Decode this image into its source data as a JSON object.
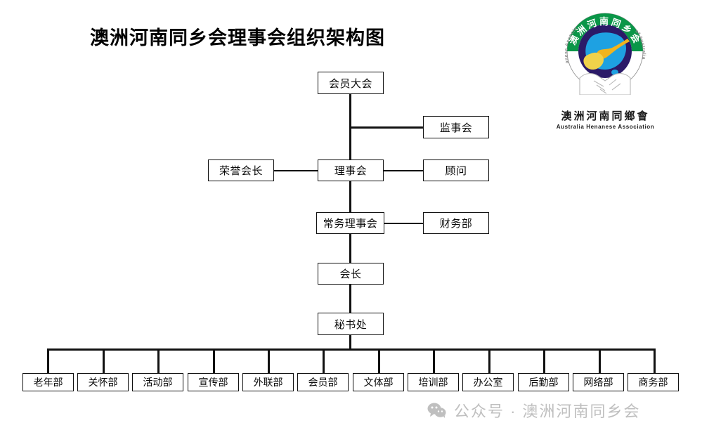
{
  "title": "澳洲河南同乡会理事会组织架构图",
  "logo": {
    "arc_top_text": "澳洲河南同乡会",
    "arc_left_text": "Henanese Association",
    "arc_right_text": "of Australia",
    "caption_cn": "澳洲河南同鄉會",
    "caption_en": "Australia Henanese Association",
    "colors": {
      "arc_green": "#0a9648",
      "globe_navy": "#2b1a68",
      "map_blue": "#1ea1e2",
      "map_gold": "#f0b41e",
      "handshake_gray": "#b9b9b9"
    }
  },
  "watermark": {
    "icon": "wechat-icon",
    "text": "公众号 · 澳洲河南同乡会",
    "color": "#bfbfbf"
  },
  "chart_data": {
    "type": "diagram",
    "title": "澳洲河南同乡会理事会组织架构图",
    "nodes": [
      {
        "id": "members-assembly",
        "label": "会员大会",
        "level": 0
      },
      {
        "id": "supervisory-board",
        "label": "监事会",
        "level": 1
      },
      {
        "id": "honorary-president",
        "label": "荣誉会长",
        "level": 2
      },
      {
        "id": "board-directors",
        "label": "理事会",
        "level": 2
      },
      {
        "id": "advisor",
        "label": "顾问",
        "level": 2
      },
      {
        "id": "standing-board",
        "label": "常务理事会",
        "level": 3
      },
      {
        "id": "finance-dept",
        "label": "财务部",
        "level": 3
      },
      {
        "id": "president",
        "label": "会长",
        "level": 4
      },
      {
        "id": "secretariat",
        "label": "秘书处",
        "level": 5
      }
    ],
    "departments": [
      {
        "id": "elderly-dept",
        "label": "老年部"
      },
      {
        "id": "care-dept",
        "label": "关怀部"
      },
      {
        "id": "activity-dept",
        "label": "活动部"
      },
      {
        "id": "publicity-dept",
        "label": "宣传部"
      },
      {
        "id": "liaison-dept",
        "label": "外联部"
      },
      {
        "id": "membership-dept",
        "label": "会员部"
      },
      {
        "id": "culture-dept",
        "label": "文体部"
      },
      {
        "id": "training-dept",
        "label": "培训部"
      },
      {
        "id": "office",
        "label": "办公室"
      },
      {
        "id": "logistics-dept",
        "label": "后勤部"
      },
      {
        "id": "network-dept",
        "label": "网络部"
      },
      {
        "id": "business-dept",
        "label": "商务部"
      }
    ],
    "edges": [
      {
        "from": "members-assembly",
        "to": "supervisory-board"
      },
      {
        "from": "members-assembly",
        "to": "board-directors"
      },
      {
        "from": "board-directors",
        "to": "honorary-president"
      },
      {
        "from": "board-directors",
        "to": "advisor"
      },
      {
        "from": "board-directors",
        "to": "standing-board"
      },
      {
        "from": "standing-board",
        "to": "finance-dept"
      },
      {
        "from": "standing-board",
        "to": "president"
      },
      {
        "from": "president",
        "to": "secretariat"
      },
      {
        "from": "secretariat",
        "to": "departments-bus"
      }
    ]
  }
}
